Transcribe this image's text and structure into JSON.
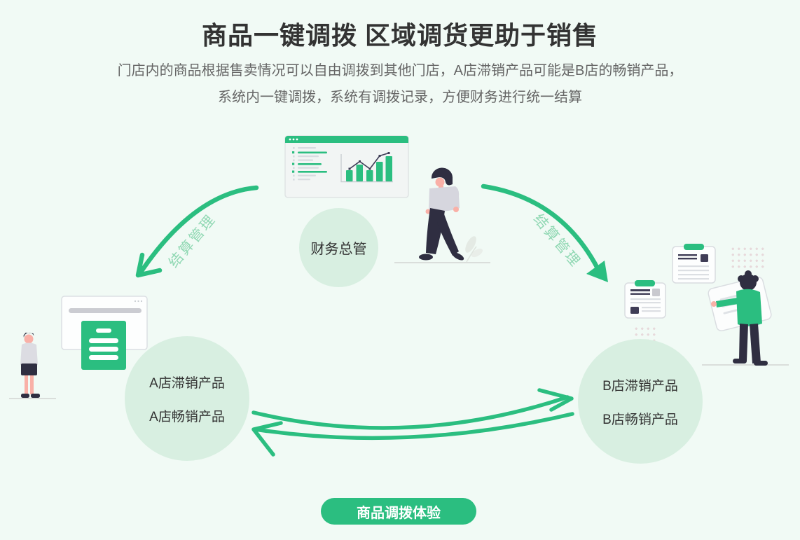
{
  "header": {
    "title": "商品一键调拨 区域调货更助于销售",
    "subtitle_line1": "门店内的商品根据售卖情况可以自由调拨到其他门店，A店滞销产品可能是B店的畅销产品，",
    "subtitle_line2": "系统内一键调拨，系统有调拨记录，方便财务进行统一结算"
  },
  "diagram": {
    "manager_label": "财务总管",
    "left_flow_label": "结算管理",
    "right_flow_label": "结算管理",
    "store_a": {
      "line1": "A店滞销产品",
      "line2": "A店畅销产品"
    },
    "store_b": {
      "line1": "B店滞销产品",
      "line2": "B店畅销产品"
    },
    "illustrations": {
      "top": "finance-dashboard-with-bar-chart",
      "top_figure": "woman-standing",
      "left": "store-browser-window-with-green-document",
      "left_figure": "man-standing-back-view",
      "right": "transfer-record-cards",
      "right_figure": "man-in-green-shirt-holding-card"
    }
  },
  "cta": {
    "label": "商品调拨体验"
  },
  "colors": {
    "background": "#f1faf5",
    "accent_green": "#2bbe80",
    "circle_fill": "#d8efe1",
    "title_text": "#333333",
    "subtitle_text": "#666666",
    "flow_label_green": "#90d8b3",
    "figure_dark": "#2f2e41",
    "figure_gray": "#d6d6de"
  }
}
